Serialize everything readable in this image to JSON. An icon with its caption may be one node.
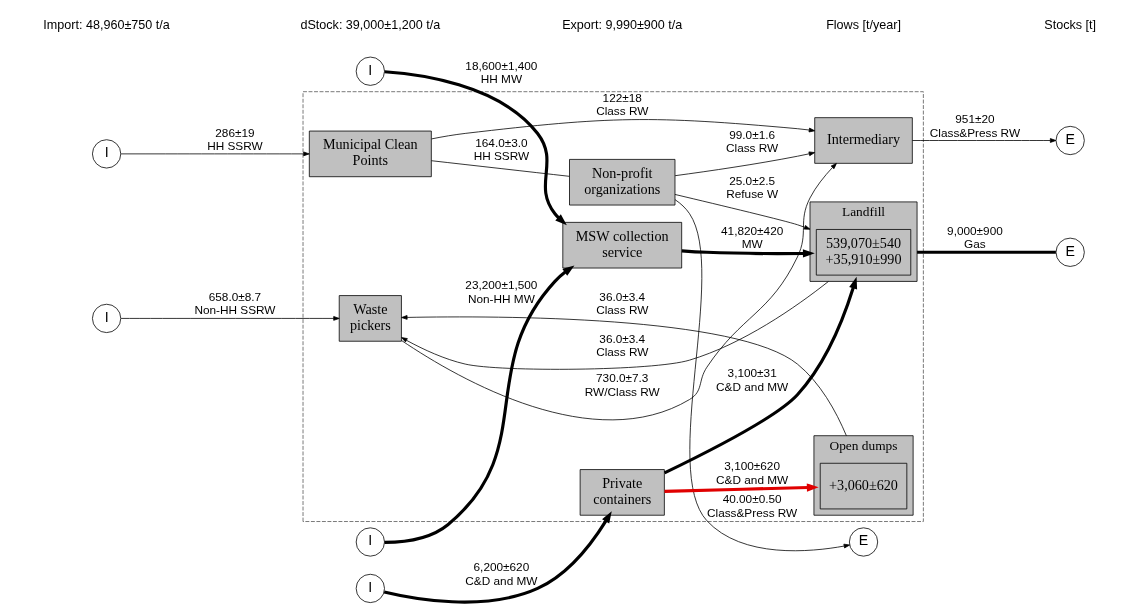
{
  "diagram": {
    "nodes": [
      {
        "text": [],
        "shape": "box"
      },
      {
        "text": [
          "I"
        ]
      },
      {
        "text": [
          "I"
        ]
      },
      {
        "text": [
          "I"
        ]
      },
      {
        "text": [
          "I"
        ]
      },
      {
        "text": [
          "I"
        ]
      },
      {
        "text": [
          "Municipal Clean Points"
        ],
        "in": 0
      },
      {
        "text": [
          "Non-profit organizations"
        ],
        "in": 0
      },
      {
        "text": [
          "MSW collection service"
        ],
        "in": 0
      },
      {
        "text": [
          "Intermediary"
        ],
        "in": 0
      },
      {
        "text": [
          "Waste pickers"
        ],
        "in": 0
      },
      {
        "text": [
          "Private containers"
        ],
        "in": 0
      },
      {
        "text": [
          "Landfill"
        ],
        "in": 0
      },
      {
        "text": [
          "539,070±540 +35,910±990"
        ],
        "in": 12
      },
      {
        "text": [
          "Open dumps"
        ],
        "in": 0
      },
      {
        "text": [
          "+3,060±620"
        ],
        "in": 14
      },
      {
        "text": [
          "E"
        ]
      },
      {
        "text": [
          "E"
        ]
      },
      {
        "text": [
          "E"
        ]
      }
    ],
    "edges": [
      {
        "from": 1,
        "to": 6,
        "arrow": "to",
        "label": "286±19 HH SSRW"
      },
      {
        "from": 6,
        "to": 7,
        "arrow": "none",
        "label": "164.0±3.0 HH SSRW"
      },
      {
        "from": 7,
        "to": 16,
        "arrow": "to",
        "label": "40.00±0.50 Class&Press RW"
      },
      {
        "from": 7,
        "to": 12,
        "arrow": "to",
        "label": "25.0±2.5 Refuse W"
      },
      {
        "from": 7,
        "to": 9,
        "arrow": "to",
        "label": "99.0±1.6 Class RW"
      },
      {
        "from": 6,
        "to": 9,
        "arrow": "to",
        "label": "122±18 Class RW"
      },
      {
        "from": 9,
        "to": 17,
        "arrow": "to",
        "label": "951±20 Class&Press RW"
      },
      {
        "from": 2,
        "to": 8,
        "arrow": "to",
        "label": "18,600±1,400 HH MW",
        "style": "thick"
      },
      {
        "from": 3,
        "to": 8,
        "arrow": "to",
        "label": "23,200±1,500 Non-HH MW",
        "style": "thick"
      },
      {
        "from": 8,
        "to": 12,
        "arrow": "to",
        "label": "41,820±420 MW",
        "style": "thick"
      },
      {
        "from": 12,
        "to": 18,
        "arrow": "none",
        "label": "9,000±900 Gas",
        "style": "thick"
      },
      {
        "from": 10,
        "to": 9,
        "arrow": "to",
        "label": "730.0±7.3 RW/Class RW"
      },
      {
        "from": 4,
        "to": 10,
        "arrow": "to",
        "label": "658.0±8.7 Non-HH SSRW"
      },
      {
        "from": 12,
        "to": 10,
        "arrow": "to",
        "label": "36.0±3.4 Class RW"
      },
      {
        "from": 14,
        "to": 10,
        "arrow": "to",
        "label": "36.0±3.4 Class RW"
      },
      {
        "from": 5,
        "to": 11,
        "arrow": "to",
        "label": "6,200±620 C&D and MW",
        "style": "thick"
      },
      {
        "from": 11,
        "to": 12,
        "arrow": "to",
        "label": "3,100±31 C&D and MW",
        "style": "thick"
      },
      {
        "from": 11,
        "to": 14,
        "arrow": "to",
        "label": "3,100±620 C&D and MW",
        "style": "thick",
        "color": "#e00000"
      }
    ],
    "labels": [
      "Import: 48,960±750 t/a",
      "dStock: 39,000±1,200 t/a",
      "Export: 9,990±900 t/a",
      "Flows [t/year]",
      "Stocks [t]"
    ]
  }
}
